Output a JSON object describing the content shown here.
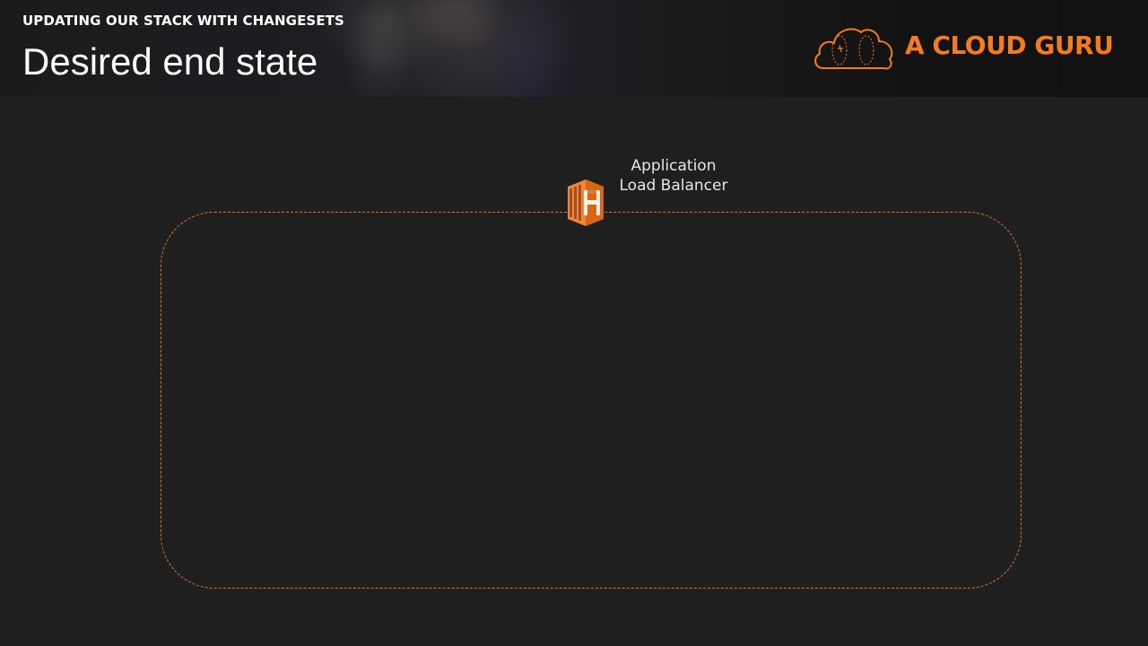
{
  "header": {
    "kicker": "UPDATING OUR STACK WITH CHANGESETS",
    "title": "Desired end state"
  },
  "brand": {
    "name": "A CLOUD GURU",
    "icon": "cloud-logo-icon",
    "color": "#f47b20"
  },
  "diagram": {
    "load_balancer": {
      "icon": "application-load-balancer-icon",
      "label_line1": "Application",
      "label_line2": "Load Balancer"
    },
    "boundary_color": "#d8762e"
  }
}
